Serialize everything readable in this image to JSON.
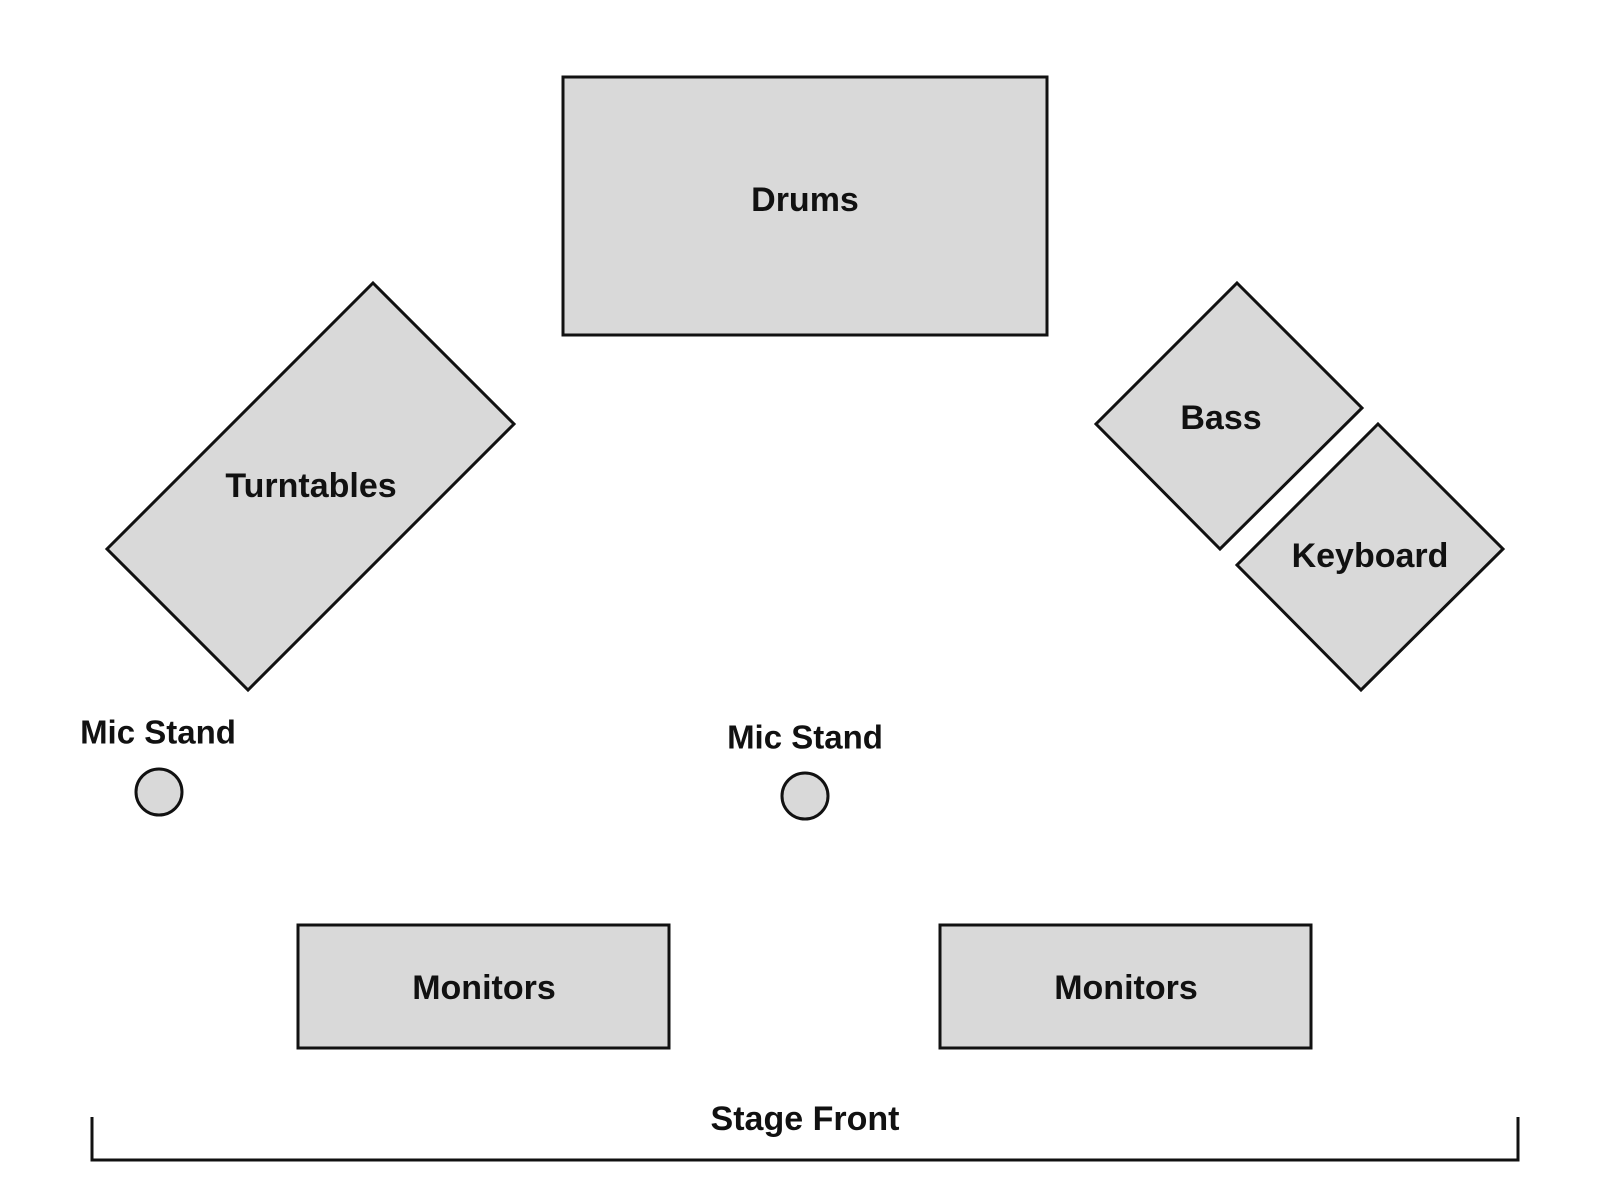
{
  "stage": {
    "drums_label": "Drums",
    "turntables_label": "Turntables",
    "bass_label": "Bass",
    "keyboard_label": "Keyboard",
    "mic_stand_left_label": "Mic Stand",
    "mic_stand_center_label": "Mic Stand",
    "monitors_left_label": "Monitors",
    "monitors_right_label": "Monitors",
    "stage_front_label": "Stage Front"
  },
  "colors": {
    "fill": "#d9d9d9",
    "stroke": "#111111",
    "background": "#ffffff"
  }
}
